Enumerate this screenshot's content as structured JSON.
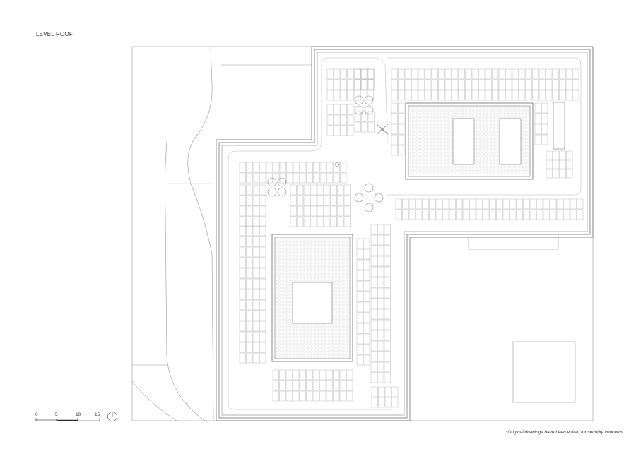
{
  "title": "LEVEL ROOF",
  "note": "*Original drawings have been edited for security concerns",
  "scale_bar": {
    "labels": [
      "0",
      "5",
      "10",
      "15"
    ]
  },
  "icons": [
    "north-arrow-icon"
  ],
  "colors": {
    "line": "#8a8a8a",
    "line_light": "#c4c4c4",
    "line_dark": "#555555"
  }
}
